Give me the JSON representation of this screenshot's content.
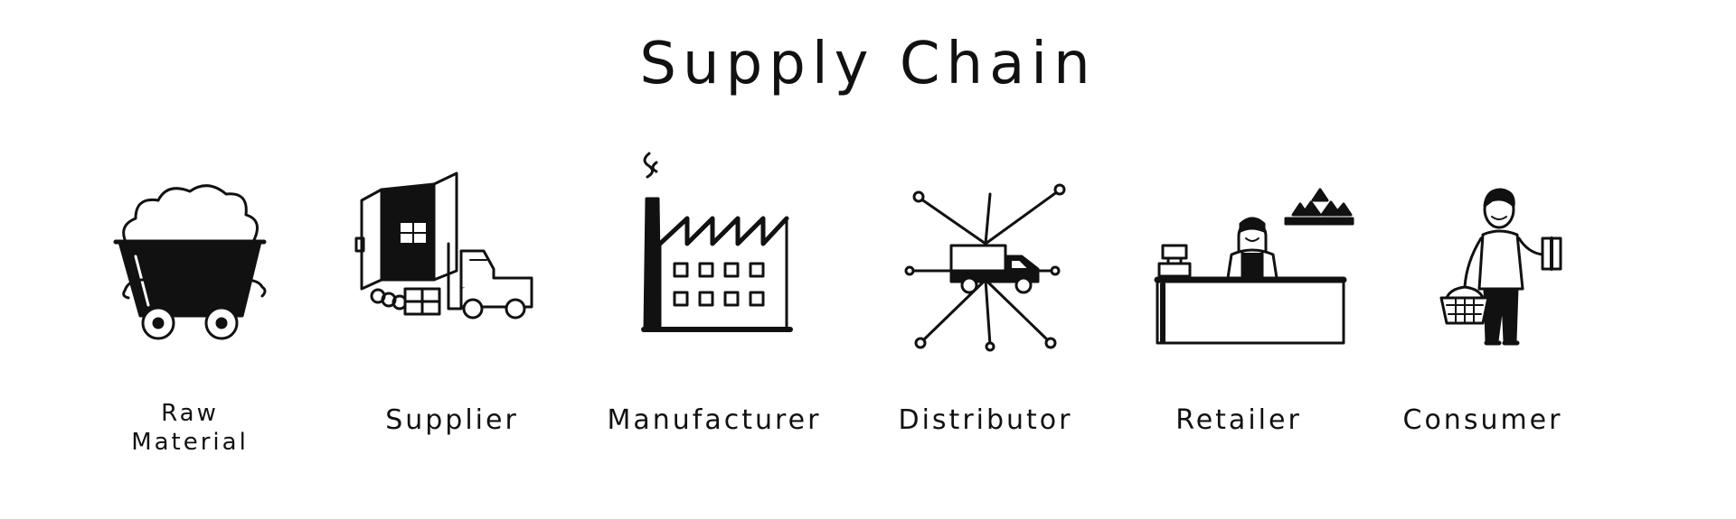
{
  "title": "Supply Chain",
  "stages": [
    {
      "label_line1": "Raw",
      "label_line2": "Material",
      "icon": "mine-cart-icon"
    },
    {
      "label": "Supplier",
      "icon": "container-forklift-icon"
    },
    {
      "label": "Manufacturer",
      "icon": "factory-icon"
    },
    {
      "label": "Distributor",
      "icon": "delivery-truck-network-icon"
    },
    {
      "label": "Retailer",
      "icon": "shop-counter-icon"
    },
    {
      "label": "Consumer",
      "icon": "shopper-icon"
    }
  ]
}
